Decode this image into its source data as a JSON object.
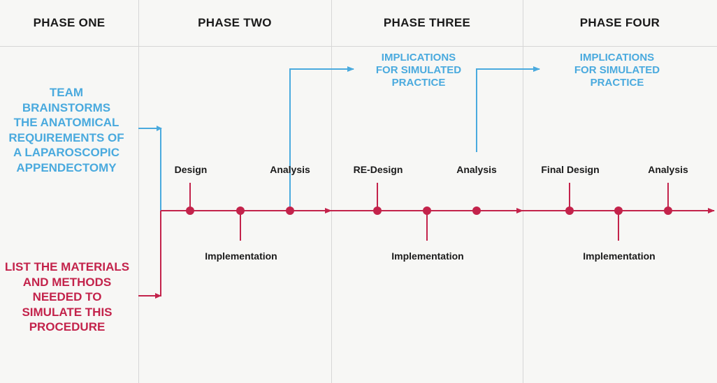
{
  "phases": [
    {
      "title": "PHASE ONE"
    },
    {
      "title": "PHASE TWO"
    },
    {
      "title": "PHASE THREE"
    },
    {
      "title": "PHASE FOUR"
    }
  ],
  "phase_one": {
    "blue_note": [
      "TEAM",
      "BRAINSTORMS",
      "THE ANATOMICAL",
      "REQUIREMENTS OF",
      "A LAPAROSCOPIC",
      "APPENDECTOMY"
    ],
    "red_note": [
      "LIST THE MATERIALS",
      "AND METHODS",
      "NEEDED TO",
      "SIMULATE THIS",
      "PROCEDURE"
    ]
  },
  "implications": [
    {
      "lines": [
        "IMPLICATIONS",
        "FOR SIMULATED",
        "PRACTICE"
      ]
    },
    {
      "lines": [
        "IMPLICATIONS",
        "FOR SIMULATED",
        "PRACTICE"
      ]
    }
  ],
  "phase_two": {
    "design": "Design",
    "implementation": "Implementation",
    "analysis": "Analysis"
  },
  "phase_three": {
    "design": "RE-Design",
    "implementation": "Implementation",
    "analysis": "Analysis"
  },
  "phase_four": {
    "design": "Final Design",
    "implementation": "Implementation",
    "analysis": "Analysis"
  },
  "colors": {
    "blue": "#4aaade",
    "red": "#c3234b",
    "grid": "#d6d6d6",
    "text": "#1a1a1a"
  }
}
